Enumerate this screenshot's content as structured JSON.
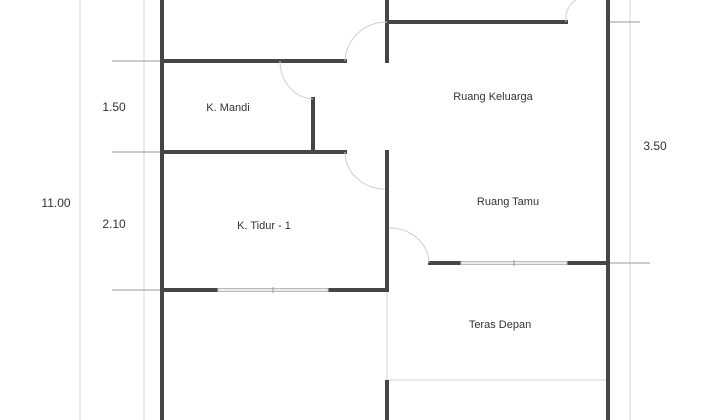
{
  "rooms": {
    "bathroom": "K. Mandi",
    "bedroom": "K. Tidur - 1",
    "family_room": "Ruang Keluarga",
    "living_room": "Ruang Tamu",
    "front_porch": "Teras Depan"
  },
  "dimensions": {
    "total_length": "11.00",
    "bathroom_depth": "1.50",
    "bedroom_depth": "2.10",
    "living_depth": "3.50"
  },
  "colors": {
    "wall": "#464646",
    "dimension_line": "#999999"
  }
}
